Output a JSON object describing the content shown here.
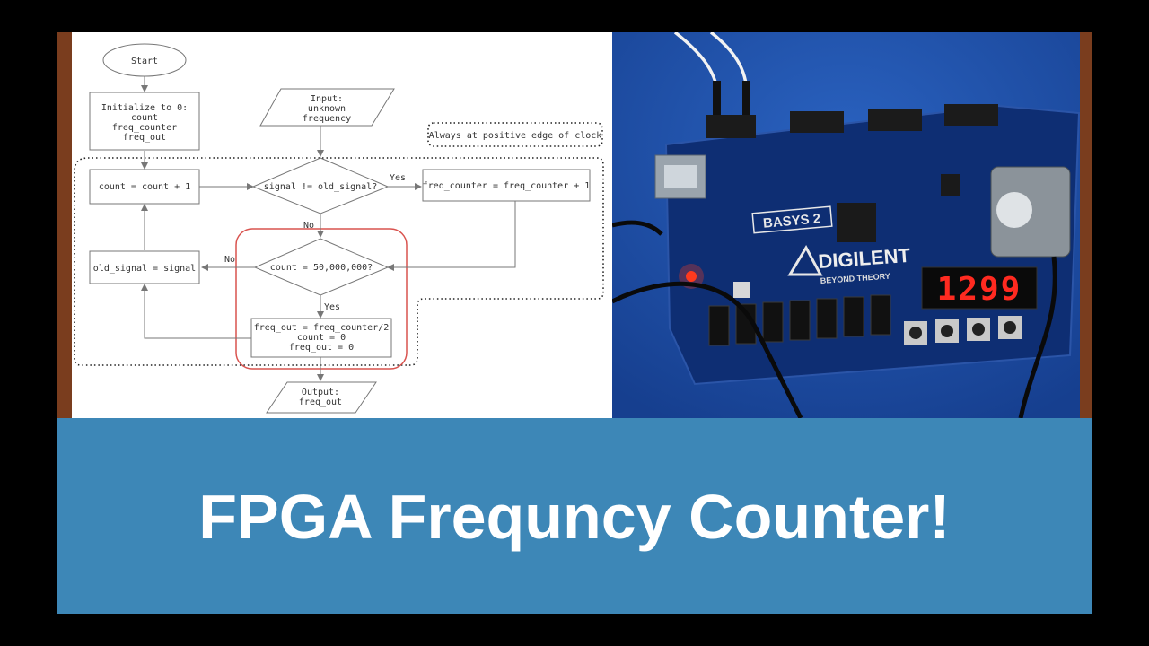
{
  "banner": {
    "title": "FPGA Frequncy Counter!"
  },
  "flowchart": {
    "start": "Start",
    "init": [
      "Initialize to 0:",
      "count",
      "freq_counter",
      "freq_out"
    ],
    "input": [
      "Input:",
      "unknown",
      "frequency"
    ],
    "always_note": "Always at positive edge of clock",
    "count_inc": "count = count + 1",
    "signal_decision": "signal != old_signal?",
    "yes_label_1": "Yes",
    "freq_inc": "freq_counter = freq_counter + 1",
    "no_label_1": "No",
    "count_decision": "count = 50,000,000?",
    "no_label_2": "No",
    "old_signal": "old_signal = signal",
    "yes_label_2": "Yes",
    "reset": [
      "freq_out = freq_counter/2",
      "count = 0",
      "freq_out = 0"
    ],
    "output": [
      "Output:",
      "freq_out"
    ]
  },
  "board": {
    "brand": "DIGILENT",
    "tagline": "BEYOND THEORY",
    "model": "BASYS 2",
    "display_digits": "1299"
  },
  "colors": {
    "banner": "#3d87b7",
    "frame": "#7a3d1e",
    "board": "#0e2e73",
    "highlight": "#d9534f"
  }
}
